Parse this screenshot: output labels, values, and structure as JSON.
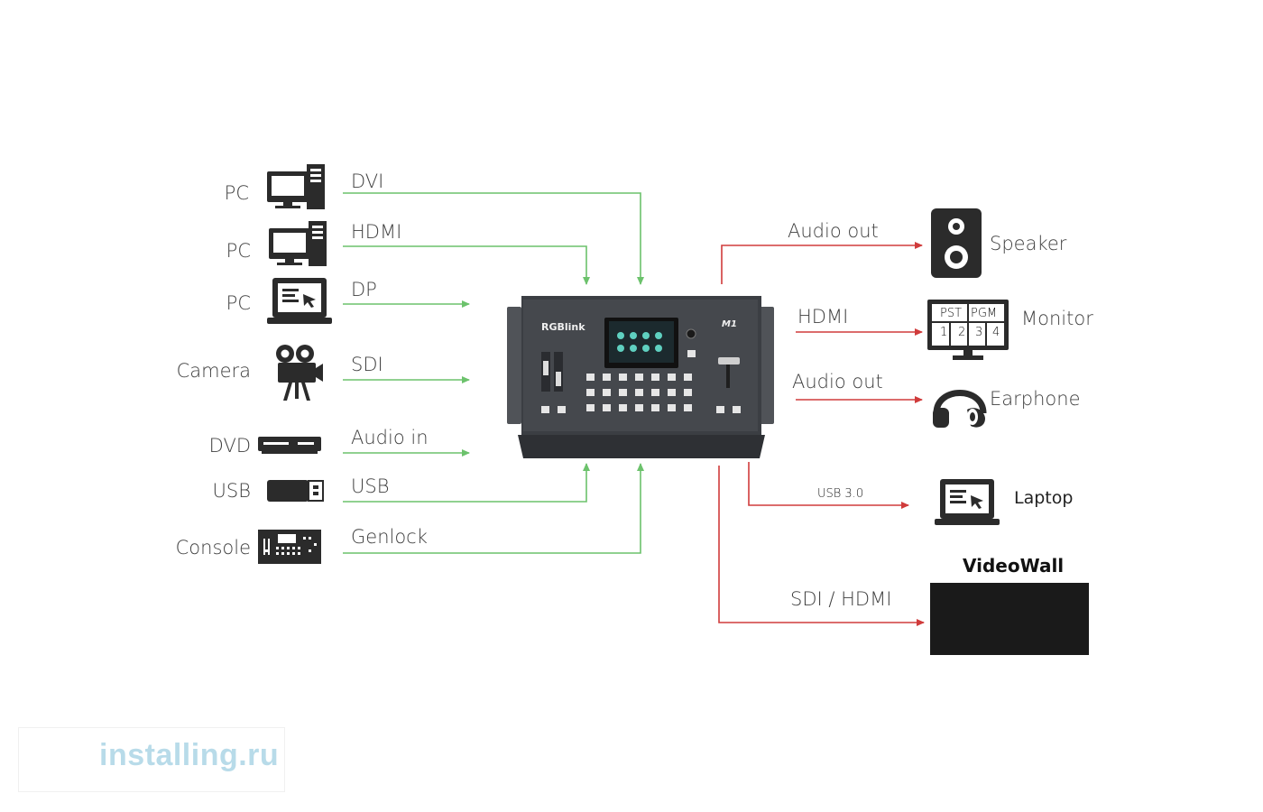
{
  "inputs": {
    "devices": {
      "pc1": "PC",
      "pc2": "PC",
      "pc3": "PC",
      "camera": "Camera",
      "dvd": "DVD",
      "usb": "USB",
      "console": "Console"
    },
    "signals": {
      "dvi": "DVI",
      "hdmi": "HDMI",
      "dp": "DP",
      "sdi": "SDI",
      "audio_in": "Audio in",
      "usb": "USB",
      "genlock": "Genlock"
    }
  },
  "device": {
    "brand": "RGBlink",
    "model": "M1"
  },
  "outputs": {
    "signals": {
      "audio_out_1": "Audio out",
      "hdmi": "HDMI",
      "audio_out_2": "Audio out",
      "usb3": "USB 3.0",
      "sdi_hdmi": "SDI / HDMI"
    },
    "devices": {
      "speaker": "Speaker",
      "monitor": "Monitor",
      "earphone": "Earphone",
      "laptop": "Laptop",
      "videowall": "VideoWall"
    },
    "monitor_screen": {
      "pst": "PST",
      "pgm": "PGM",
      "cells": [
        "1",
        "2",
        "3",
        "4"
      ]
    }
  },
  "watermark": {
    "text": "installing.ru"
  },
  "colors": {
    "input_line": "#6cc26c",
    "output_line": "#d03b3b",
    "icon": "#2b2b2b"
  }
}
